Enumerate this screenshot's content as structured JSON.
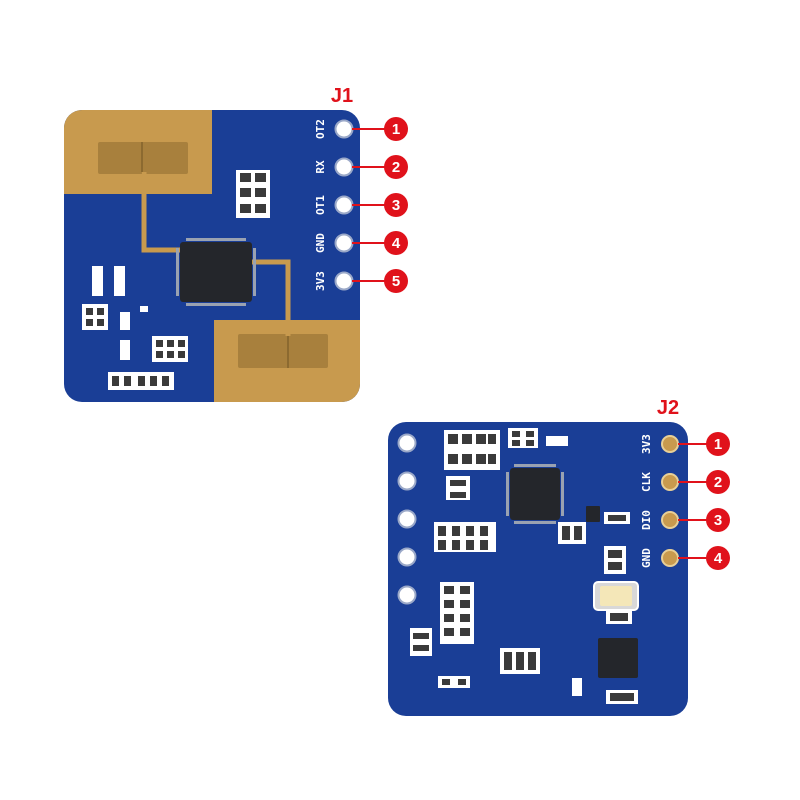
{
  "colors": {
    "pcb": "#1a3e96",
    "pcb_edge": "#15337d",
    "gold": "#c89a4e",
    "gold_dark": "#a8803d",
    "chip": "#24262b",
    "badge": "#e0121b",
    "smd_white": "#f4f1ea",
    "smd_dark": "#3a3a3a"
  },
  "boards": [
    {
      "id": "j1",
      "connector": "J1",
      "pins": [
        {
          "number": "1",
          "label": "OT2"
        },
        {
          "number": "2",
          "label": "RX"
        },
        {
          "number": "3",
          "label": "OT1"
        },
        {
          "number": "4",
          "label": "GND"
        },
        {
          "number": "5",
          "label": "3V3"
        }
      ]
    },
    {
      "id": "j2",
      "connector": "J2",
      "pins": [
        {
          "number": "1",
          "label": "3V3"
        },
        {
          "number": "2",
          "label": "CLK"
        },
        {
          "number": "3",
          "label": "DI0"
        },
        {
          "number": "4",
          "label": "GND"
        }
      ]
    }
  ]
}
